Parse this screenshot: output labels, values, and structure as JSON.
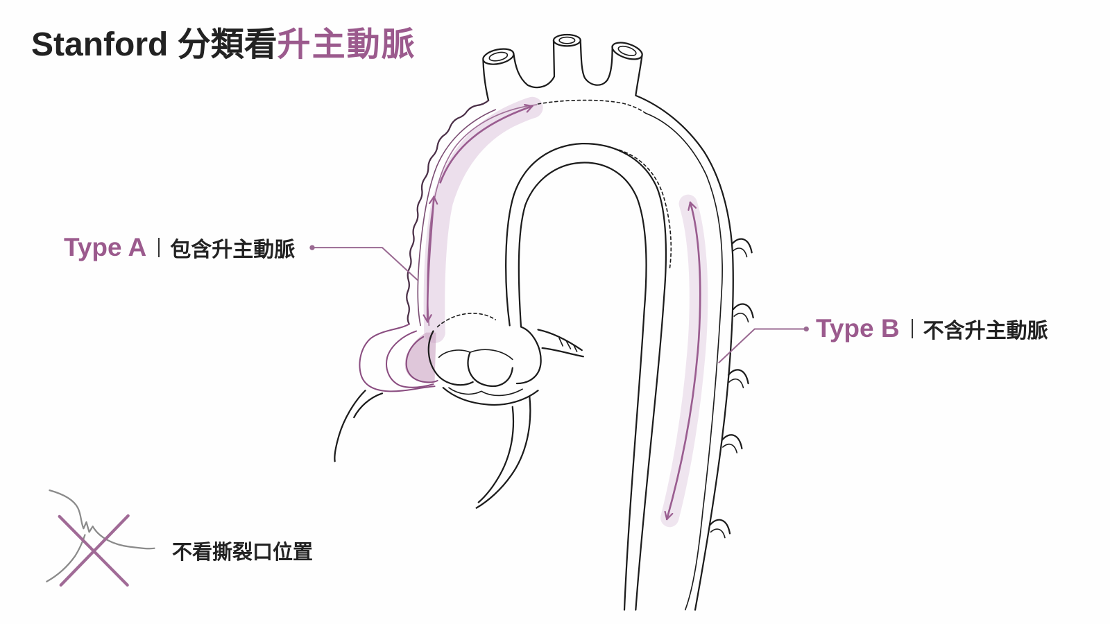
{
  "title": {
    "prefix": "Stanford 分類看",
    "highlight": "升主動脈"
  },
  "type_a": {
    "name": "Type A",
    "description": "包含升主動脈"
  },
  "type_b": {
    "name": "Type B",
    "description": "不含升主動脈"
  },
  "note": {
    "icon": "crossed-out-tear-icon",
    "text": "不看撕裂口位置"
  },
  "colors": {
    "accent": "#9b5a8d",
    "text": "#222222",
    "ink": "#1c1c1c",
    "highlight_band": "#ecdfec"
  }
}
